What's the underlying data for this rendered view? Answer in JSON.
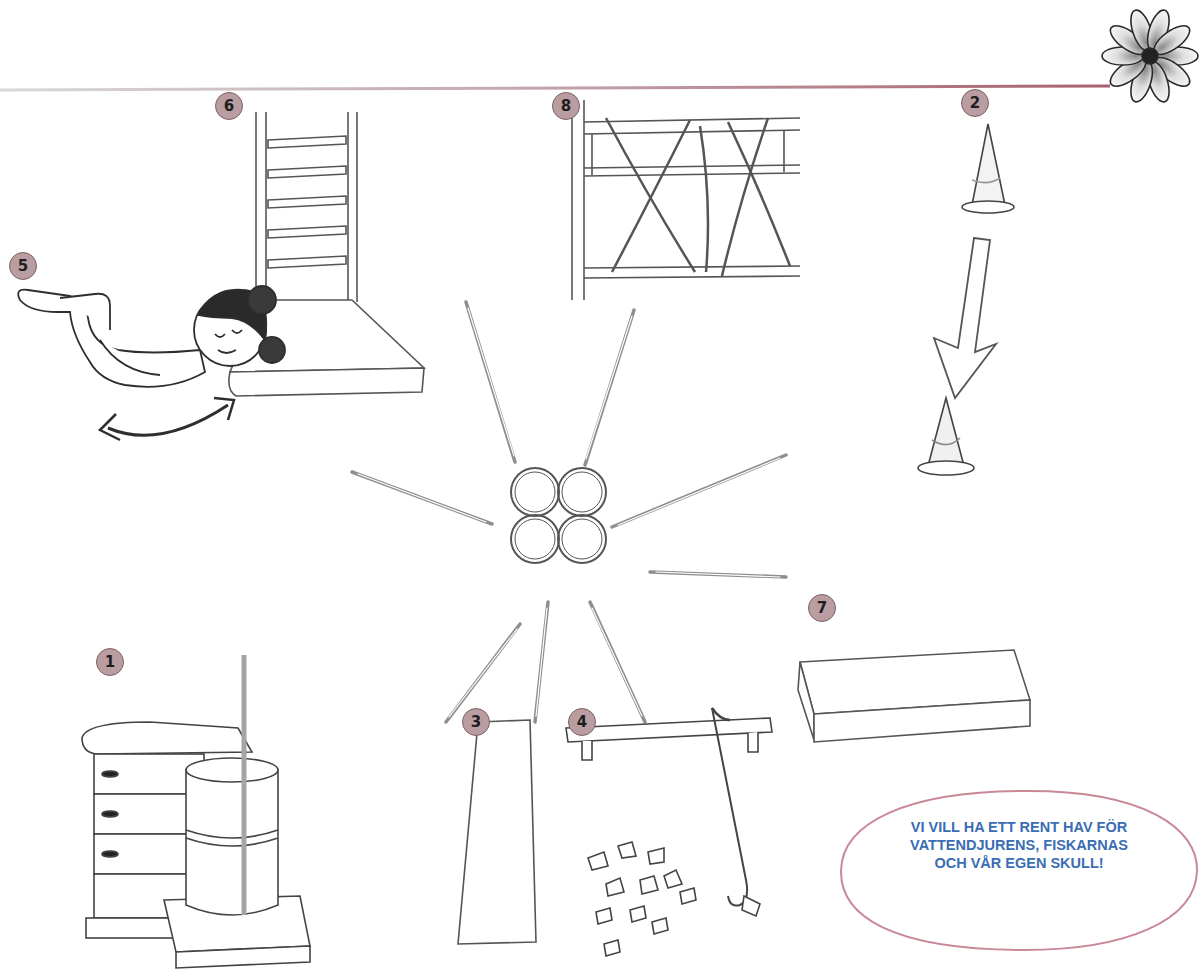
{
  "diagram": {
    "nodes": [
      {
        "text": [
          "VI VILL HA ETT RENT HAV FÖR VATTENDJURENS, FISKARNAS OCH VÅR EGEN SKULL!"
        ]
      }
    ],
    "labels": [
      "6",
      "8",
      "2",
      "5",
      "7",
      "1",
      "3",
      "4"
    ]
  }
}
